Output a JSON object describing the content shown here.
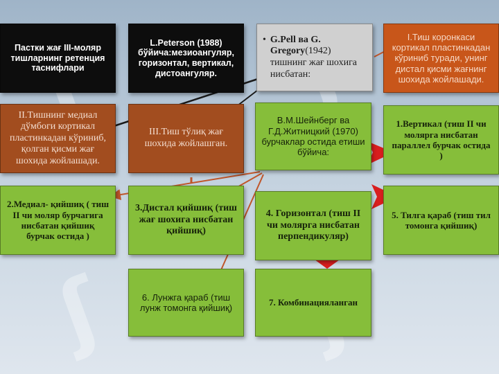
{
  "boxes": {
    "b1": "Пастки жағ III-моляр тишларнинг ретенция таснифлари",
    "b2": "L.Peterson (1988) бўйича:мезиоангуляр, горизонтал, вертикал, дистоангуляр.",
    "b3_prefix": "•",
    "b3_bold": "G.Pell ва G. Gregory",
    "b3_rest": "(1942) тишнинг жағ шохига нисбатан:",
    "b4": "I.Тиш коронкаси кортикал пластинкадан кўриниб туради, унинг дистал қисми жағнинг шохида жойлашади.",
    "b5": "II.Тишнинг медиал дўмбоги кортикал пластинкадан кўриниб, қолган қисми жағ шохида жойлашади.",
    "b6": "III.Тиш тўлиқ жағ шохида жойлашган.",
    "b7": "В.М.Шейнберг ва Г.Д.Житницкий (1970) бурчаклар остида етиши бўйича:",
    "b8": "1.Вертикал (тиш II чи молярга нисбатан параллел бурчак остида )",
    "b9": "2.Медиал- қийшиқ ( тиш II чи моляр бурчагига нисбатан қийшиқ бурчак остида )",
    "b10": "3.Дистал қийшиқ (тиш жағ шохига нисбатан қийшиқ)",
    "b11": "4. Горизонтал (тиш II чи молярга нисбатан перпендикуляр)",
    "b12": "5. Тилга қараб (тиш тил томонга қийшиқ)",
    "b13": "6. Лунжга қараб (тиш лунж томонга қийшиқ)",
    "b14": "7. Комбинацияланган"
  },
  "colors": {
    "black": "#0d0d0d",
    "grey": "#d0d0d0",
    "orange": "#c8561a",
    "brown": "#a24d1f",
    "green": "#86be3a",
    "arrow_red": "#d81e1e",
    "line_dark": "#1a1a1a",
    "line_orange": "#c0562a"
  }
}
